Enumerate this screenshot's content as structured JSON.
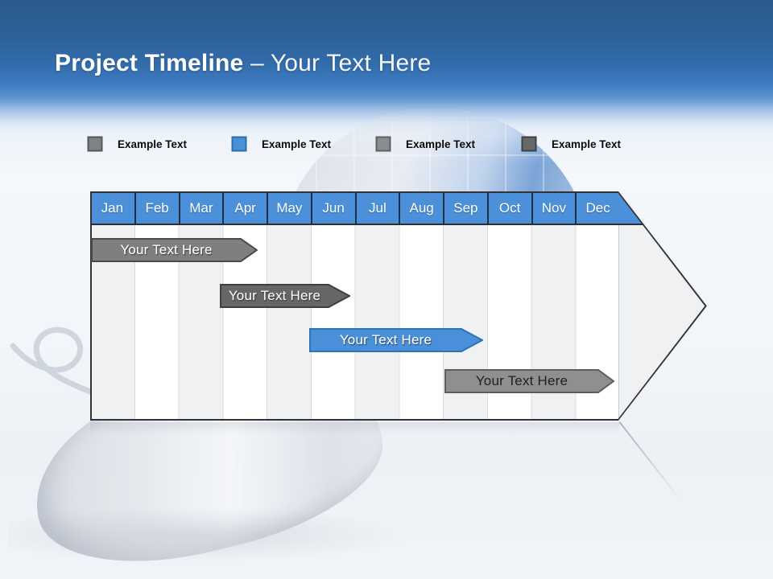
{
  "title": {
    "bold": "Project Timeline",
    "rest": "– Your Text Here"
  },
  "legend": {
    "items": [
      {
        "label": "Example Text",
        "swatch_color": "#7f8285",
        "swatch_border": "#54575b"
      },
      {
        "label": "Example Text",
        "swatch_color": "#4a90d9",
        "swatch_border": "#2d6da8"
      },
      {
        "label": "Example Text",
        "swatch_color": "#8a8d90",
        "swatch_border": "#5e6164"
      },
      {
        "label": "Example Text",
        "swatch_color": "#66696c",
        "swatch_border": "#3e4043"
      }
    ]
  },
  "timeline": {
    "header_color": "#4b90d8",
    "months": [
      "Jan",
      "Feb",
      "Mar",
      "Apr",
      "May",
      "Jun",
      "Jul",
      "Aug",
      "Sep",
      "Oct",
      "Nov",
      "Dec"
    ],
    "bars": [
      {
        "label": "Your Text Here",
        "fill": "#7f7f7f",
        "stroke": "#4a4a4a",
        "text_style": "light",
        "span": "Jan–Apr"
      },
      {
        "label": "Your Text Here",
        "fill": "#666666",
        "stroke": "#3f3f3f",
        "text_style": "light",
        "span": "Apr–Jun"
      },
      {
        "label": "Your Text Here",
        "fill": "#4a90d9",
        "stroke": "#2e74b5",
        "text_style": "light",
        "span": "Jun–Oct"
      },
      {
        "label": "Your Text Here",
        "fill": "#8f8f8f",
        "stroke": "#5e5e5e",
        "text_style": "dark",
        "span": "Sep–Dec"
      }
    ]
  }
}
